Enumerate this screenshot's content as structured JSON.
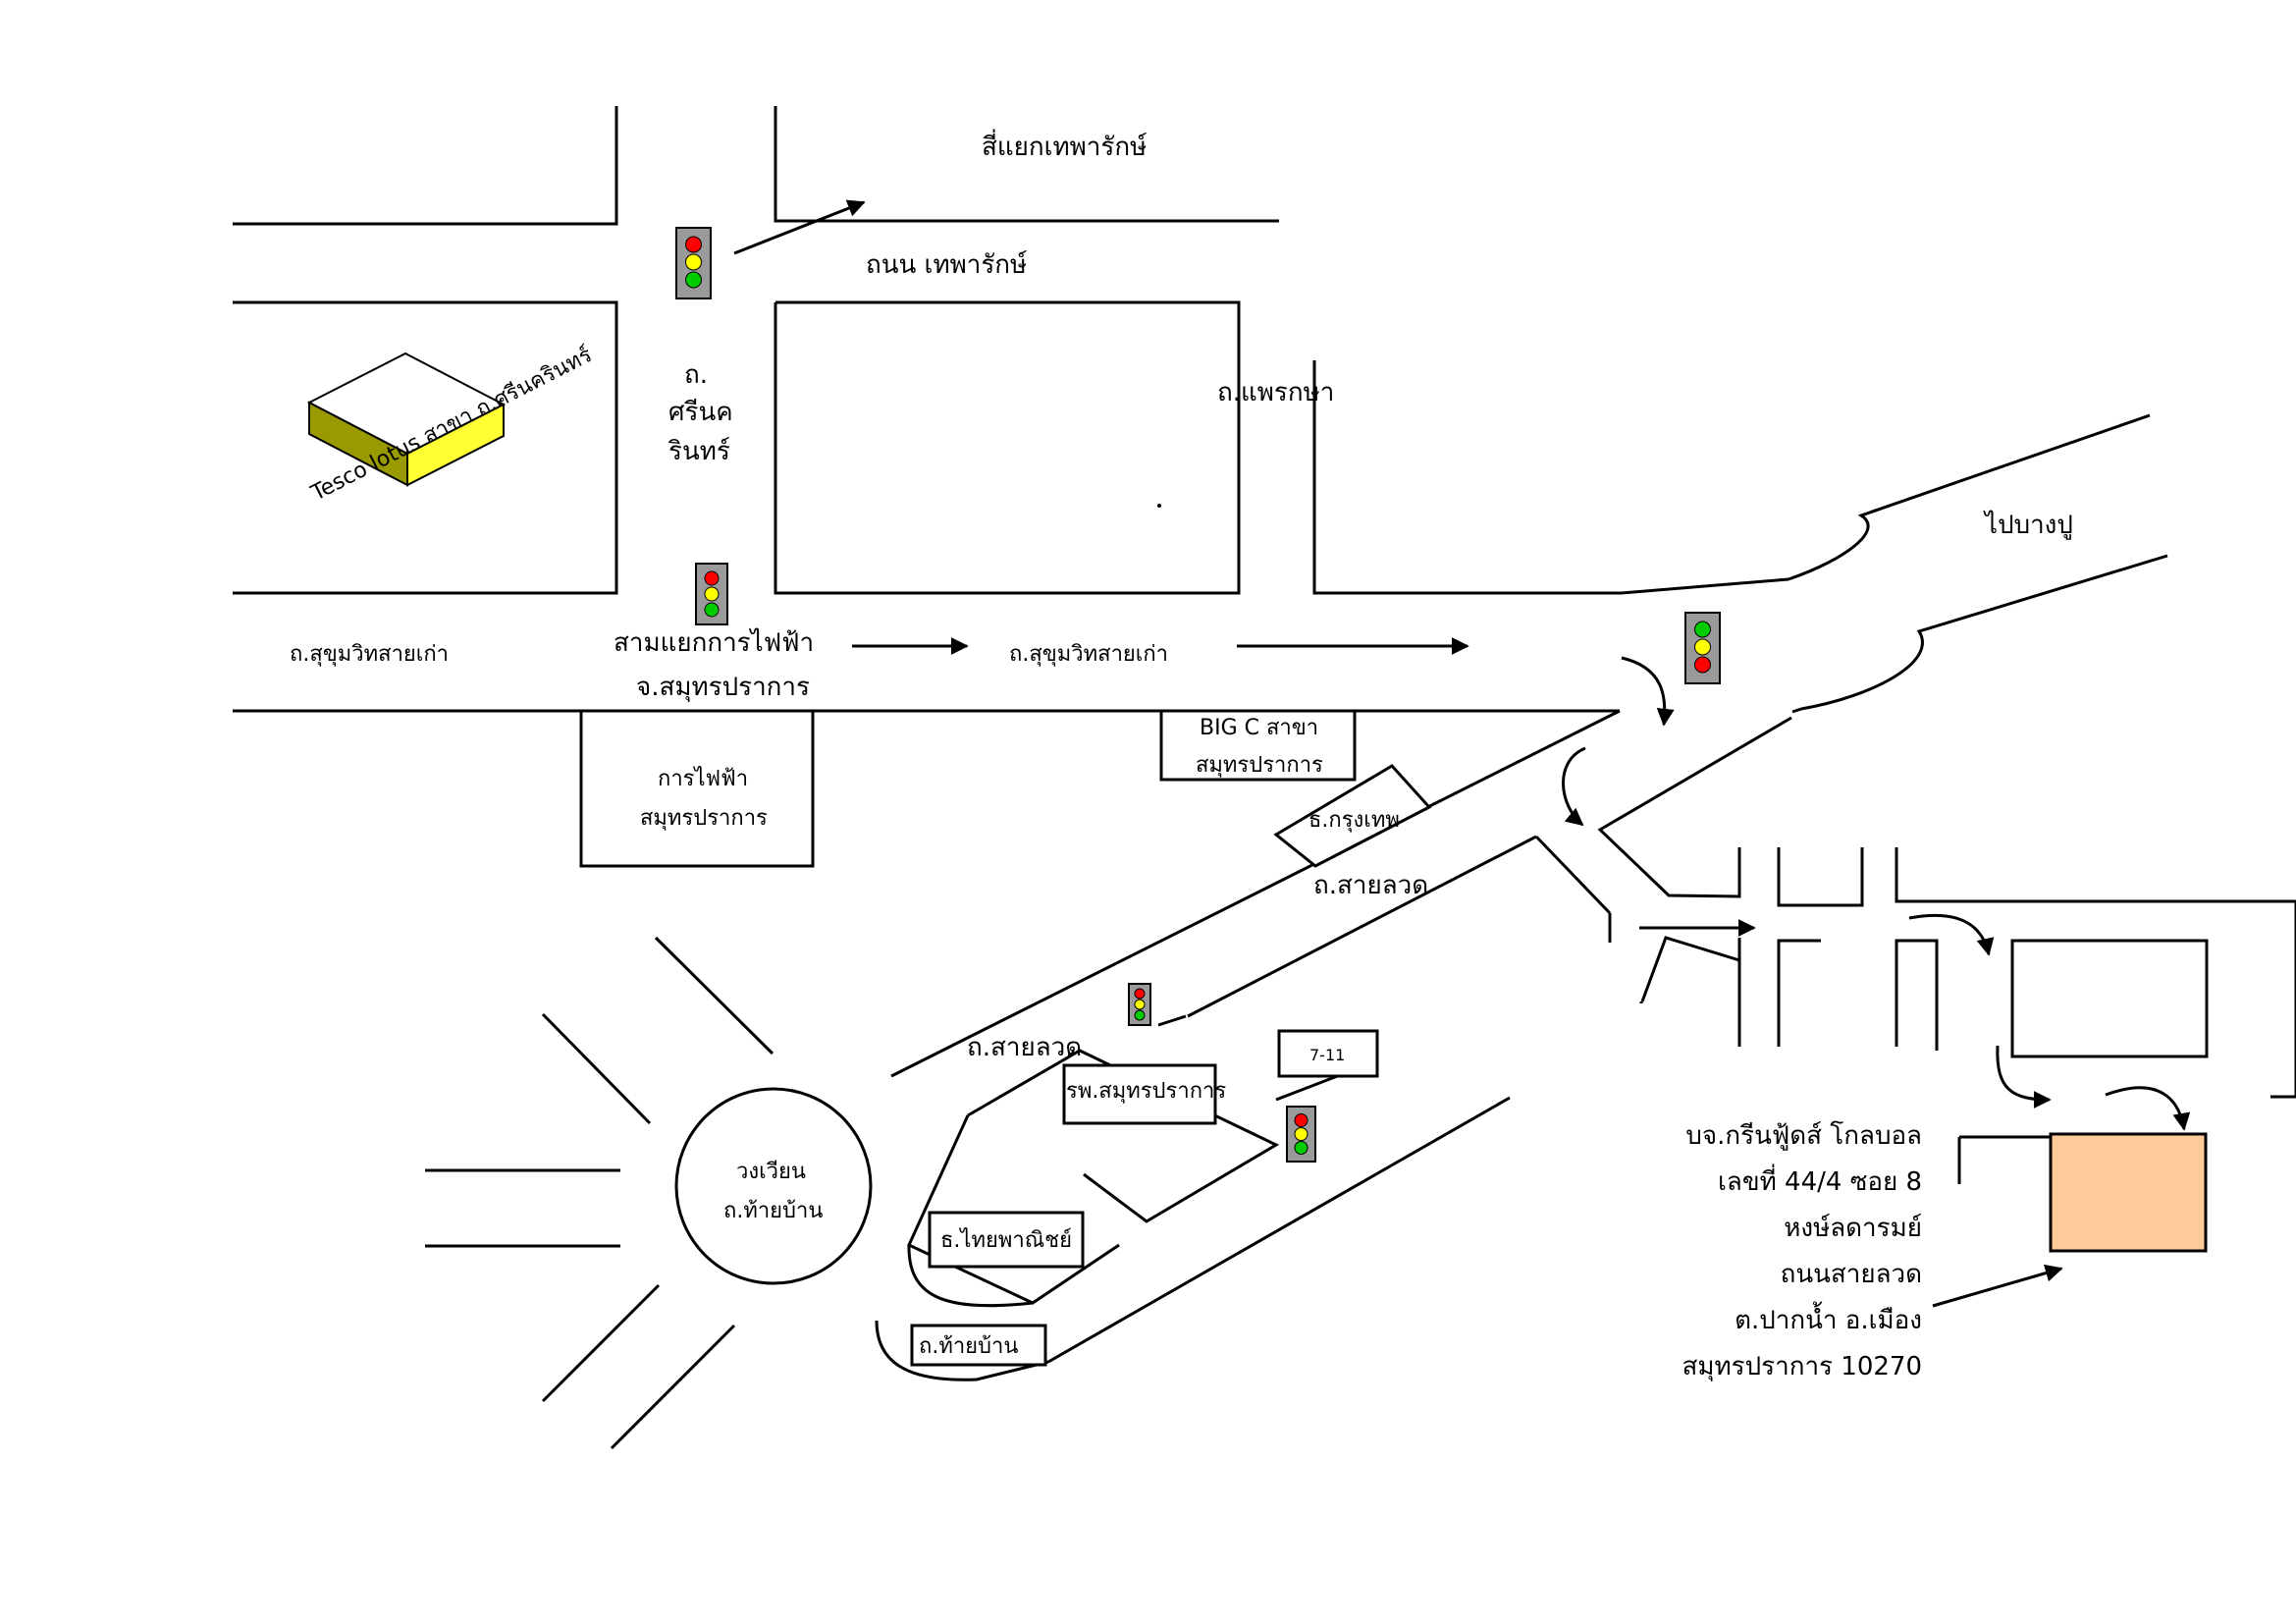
{
  "labels": {
    "four_way_theparak": "สี่แยกเทพารักษ์",
    "theparak_road": "ถนน เทพารักษ์",
    "srinakarin_1": "ถ.",
    "srinakarin_2": "ศรีนค",
    "srinakarin_3": "รินทร์",
    "praeksa_road": "ถ.แพรกษา",
    "to_bangpu": "ไปบางปู",
    "tesco_label": "Tesco lotus สาขา ถ.ศรีนครินทร์",
    "sukhumvit_old_left": "ถ.สุขุมวิทสายเก่า",
    "junction_pea_1": "สามแยกการไฟฟ้า",
    "junction_pea_2": "จ.สมุทรปราการ",
    "sukhumvit_old_mid": "ถ.สุขุมวิทสายเก่า",
    "pea_office_1": "การไฟฟ้า",
    "pea_office_2": "สมุทรปราการ",
    "bigc_1": "BIG C สาขา",
    "bigc_2": "สมุทรปราการ",
    "bangkok_bank": "ธ.กรุงเทพ",
    "sailuat_road_1": "ถ.สายลวด",
    "sailuat_road_2": "ถ.สายลวด",
    "seven_eleven": "7-11",
    "hospital": "รพ.สมุทรปราการ",
    "roundabout_1": "วงเวียน",
    "roundabout_2": "ถ.ท้ายบ้าน",
    "scb_bank": "ธ.ไทยพาณิชย์",
    "thaiban_road": "ถ.ท้ายบ้าน"
  },
  "address": [
    "บจ.กรีนฟู้ดส์ โกลบอล",
    "เลขที่  44/4  ซอย 8",
    "หงษ์ลดารมย์",
    "ถนนสายลวด",
    "ต.ปากน้ำ  อ.เมือง",
    "สมุทรปราการ  10270"
  ],
  "colors": {
    "destination_fill": "#FFCC99",
    "tesco_top": "#FFFFFF",
    "tesco_left": "#999900",
    "tesco_right": "#FFFF33",
    "traffic_red": "#FF0000",
    "traffic_yellow": "#FFFF00",
    "traffic_green": "#00CC00",
    "traffic_body": "#9A9A9A"
  },
  "icons": [
    "traffic-light-icon",
    "arrow-icon",
    "building-3d-icon"
  ]
}
